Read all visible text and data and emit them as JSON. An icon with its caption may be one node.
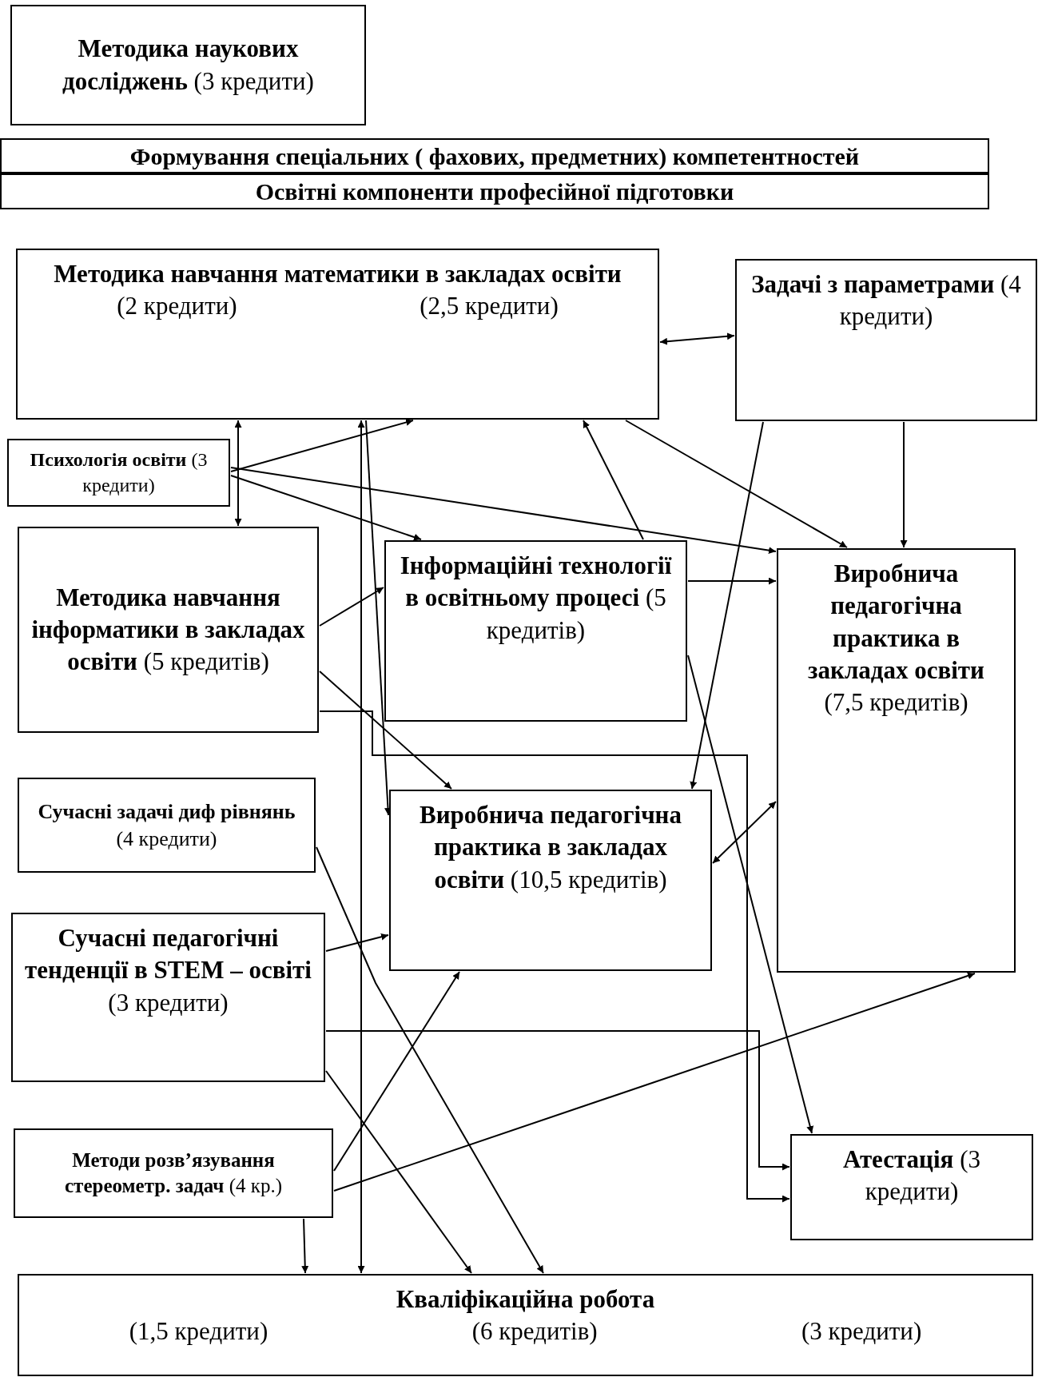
{
  "diagram": {
    "nodes": [
      {
        "text": [
          "**Методика наукових досліджень** (3 кредити)"
        ]
      },
      {
        "text": [
          "Формування спеціальних ( фахових, предметних) компетентностей"
        ]
      },
      {
        "text": [
          "Освітні компоненти професійної підготовки"
        ]
      },
      {
        "text": [
          "Методика навчання математики в закладах освіти",
          "(2 кредити)",
          "(2,5 кредити)"
        ]
      },
      {
        "text": [
          "**Задачі з параметрами** (4 кредити)"
        ]
      },
      {
        "text": [
          "**Психологія освіти** (3 кредити)"
        ]
      },
      {
        "text": [
          "**Методика навчання інформатики в закладах освіти** (5 кредитів)"
        ]
      },
      {
        "text": [
          "**Інформаційні технології в освітньому процесі** (5 кредитів)"
        ]
      },
      {
        "text": [
          "**Виробнича педагогічна практика в закладах освіти** (7,5 кредитів)"
        ]
      },
      {
        "text": [
          "**Сучасні задачі диф рівнянь** (4 кредити)"
        ]
      },
      {
        "text": [
          "**Виробнича педагогічна практика в закладах освіти** (10,5 кредитів)"
        ]
      },
      {
        "text": [
          "**Сучасні педагогічні тенденції в STEM – освіті** (3 кредити)"
        ]
      },
      {
        "text": [
          "**Методи розв’язування стереометр. задач** (4 кр.)"
        ]
      },
      {
        "text": [
          "**Атестація** (3 кредити)"
        ]
      },
      {
        "text": [
          "Кваліфікаційна робота",
          "(1,5 кредити)",
          "(6 кредитів)",
          "(3 кредити)"
        ]
      }
    ],
    "edges": [
      {
        "from": 3,
        "to": 4,
        "arrow": "both"
      },
      {
        "from": 5,
        "to": 3,
        "arrow": "to"
      },
      {
        "from": 3,
        "to": 6,
        "arrow": "both"
      },
      {
        "from": 5,
        "to": 7,
        "arrow": "to"
      },
      {
        "from": 5,
        "to": 8,
        "arrow": "to"
      },
      {
        "from": 3,
        "to": 8,
        "arrow": "to"
      },
      {
        "from": 4,
        "to": 8,
        "arrow": "to"
      },
      {
        "from": 4,
        "to": 10,
        "arrow": "to"
      },
      {
        "from": 7,
        "to": 3,
        "arrow": "to"
      },
      {
        "from": 7,
        "to": 8,
        "arrow": "to"
      },
      {
        "from": 7,
        "to": 13,
        "arrow": "to"
      },
      {
        "from": 6,
        "to": 7,
        "arrow": "to"
      },
      {
        "from": 6,
        "to": 10,
        "arrow": "to"
      },
      {
        "from": 10,
        "to": 8,
        "arrow": "both"
      },
      {
        "from": 3,
        "to": 14,
        "arrow": "both"
      },
      {
        "from": 3,
        "to": 10,
        "arrow": "to"
      },
      {
        "from": 6,
        "to": 13,
        "arrow": "to"
      },
      {
        "from": 11,
        "to": 13,
        "arrow": "to"
      },
      {
        "from": 11,
        "to": 10,
        "arrow": "to"
      },
      {
        "from": 11,
        "to": 14,
        "arrow": "to"
      },
      {
        "from": 9,
        "to": 14,
        "arrow": "to"
      },
      {
        "from": 12,
        "to": 10,
        "arrow": "to"
      },
      {
        "from": 12,
        "to": 8,
        "arrow": "to"
      },
      {
        "from": 12,
        "to": 14,
        "arrow": "to"
      }
    ]
  }
}
